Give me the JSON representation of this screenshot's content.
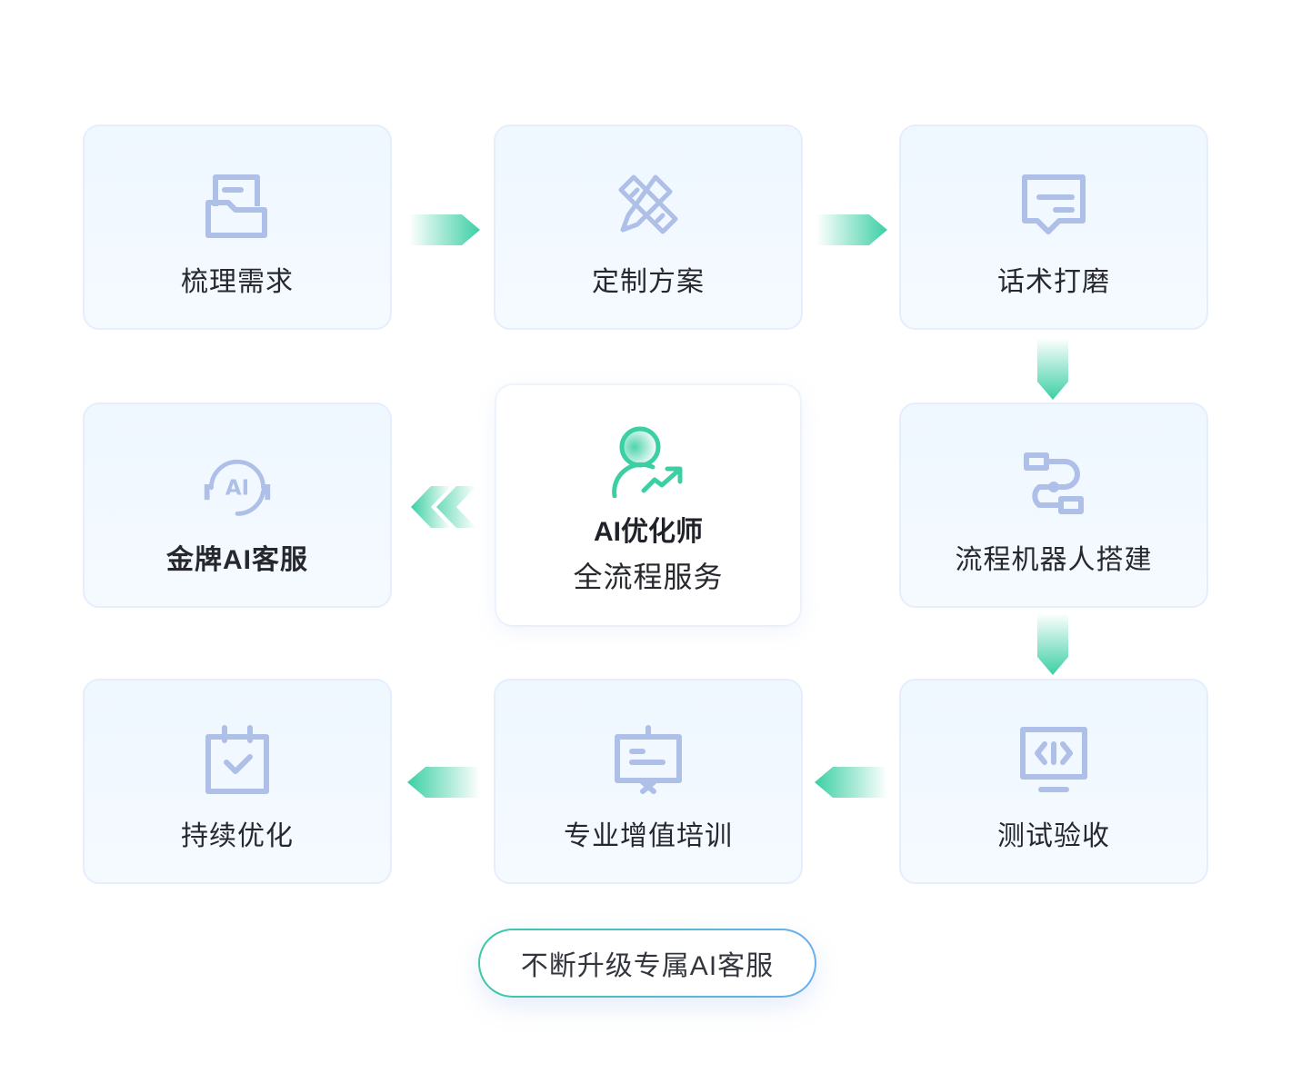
{
  "colors": {
    "icon": "#aebfe8",
    "accent_green": "#3ccfa4",
    "card_border": "#e6eefc",
    "card_bg": "#f1f8ff",
    "text": "#26282d",
    "pill_gradient_start": "#3ac9a3",
    "pill_gradient_end": "#6aaef0"
  },
  "steps": [
    {
      "label": "梳理需求",
      "icon": "folder-document-icon"
    },
    {
      "label": "定制方案",
      "icon": "ruler-pencil-icon"
    },
    {
      "label": "话术打磨",
      "icon": "chat-bubble-icon"
    },
    {
      "label": "流程机器人搭建",
      "icon": "workflow-icon"
    },
    {
      "label": "测试验收",
      "icon": "code-monitor-icon"
    },
    {
      "label": "专业增值培训",
      "icon": "presentation-board-icon"
    },
    {
      "label": "持续优化",
      "icon": "calendar-check-icon"
    },
    {
      "label": "金牌AI客服",
      "icon": "ai-headset-icon"
    }
  ],
  "center": {
    "title": "AI优化师",
    "subtitle": "全流程服务",
    "icon": "user-growth-icon"
  },
  "footer": {
    "label": "不断升级专属AI客服"
  }
}
